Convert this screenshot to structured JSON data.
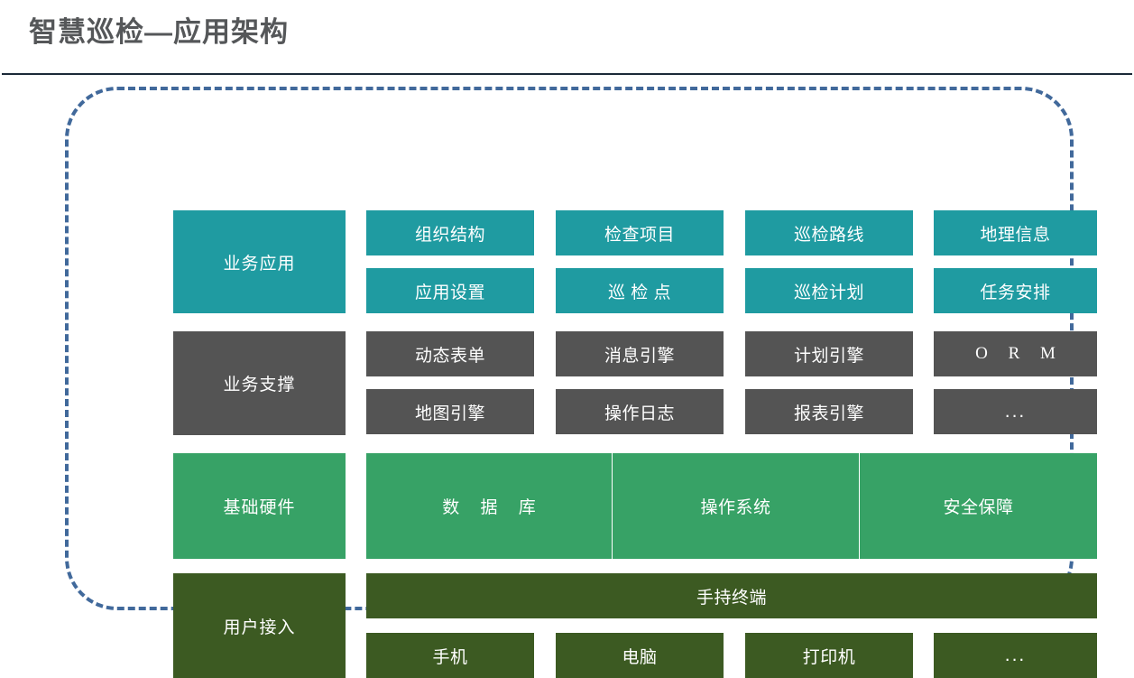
{
  "slide": {
    "title": "智慧巡检—应用架构",
    "title_color": "#555759",
    "rule_color": "#1B2A38",
    "frame_border_color": "#41699B"
  },
  "bands": [
    {
      "key": "business_application",
      "label": "业务应用",
      "color": "#1F9BA1",
      "row1": [
        "组织结构",
        "检查项目",
        "巡检路线",
        "地理信息"
      ],
      "row2": [
        "应用设置",
        "巡 检 点",
        "巡检计划",
        "任务安排"
      ]
    },
    {
      "key": "business_support",
      "label": "业务支撑",
      "color": "#545454",
      "row1": [
        "动态表单",
        "消息引擎",
        "计划引擎",
        "O R M"
      ],
      "row2": [
        "地图引擎",
        "操作日志",
        "报表引擎",
        "..."
      ]
    },
    {
      "key": "infrastructure",
      "label": "基础硬件",
      "color": "#37A266",
      "row1": [
        "数 据 库",
        "操作系统",
        "安全保障"
      ]
    },
    {
      "key": "user_access",
      "label": "用户接入",
      "color": "#3C5A22",
      "bar": "手持终端",
      "row2": [
        "手机",
        "电脑",
        "打印机",
        "..."
      ]
    }
  ]
}
